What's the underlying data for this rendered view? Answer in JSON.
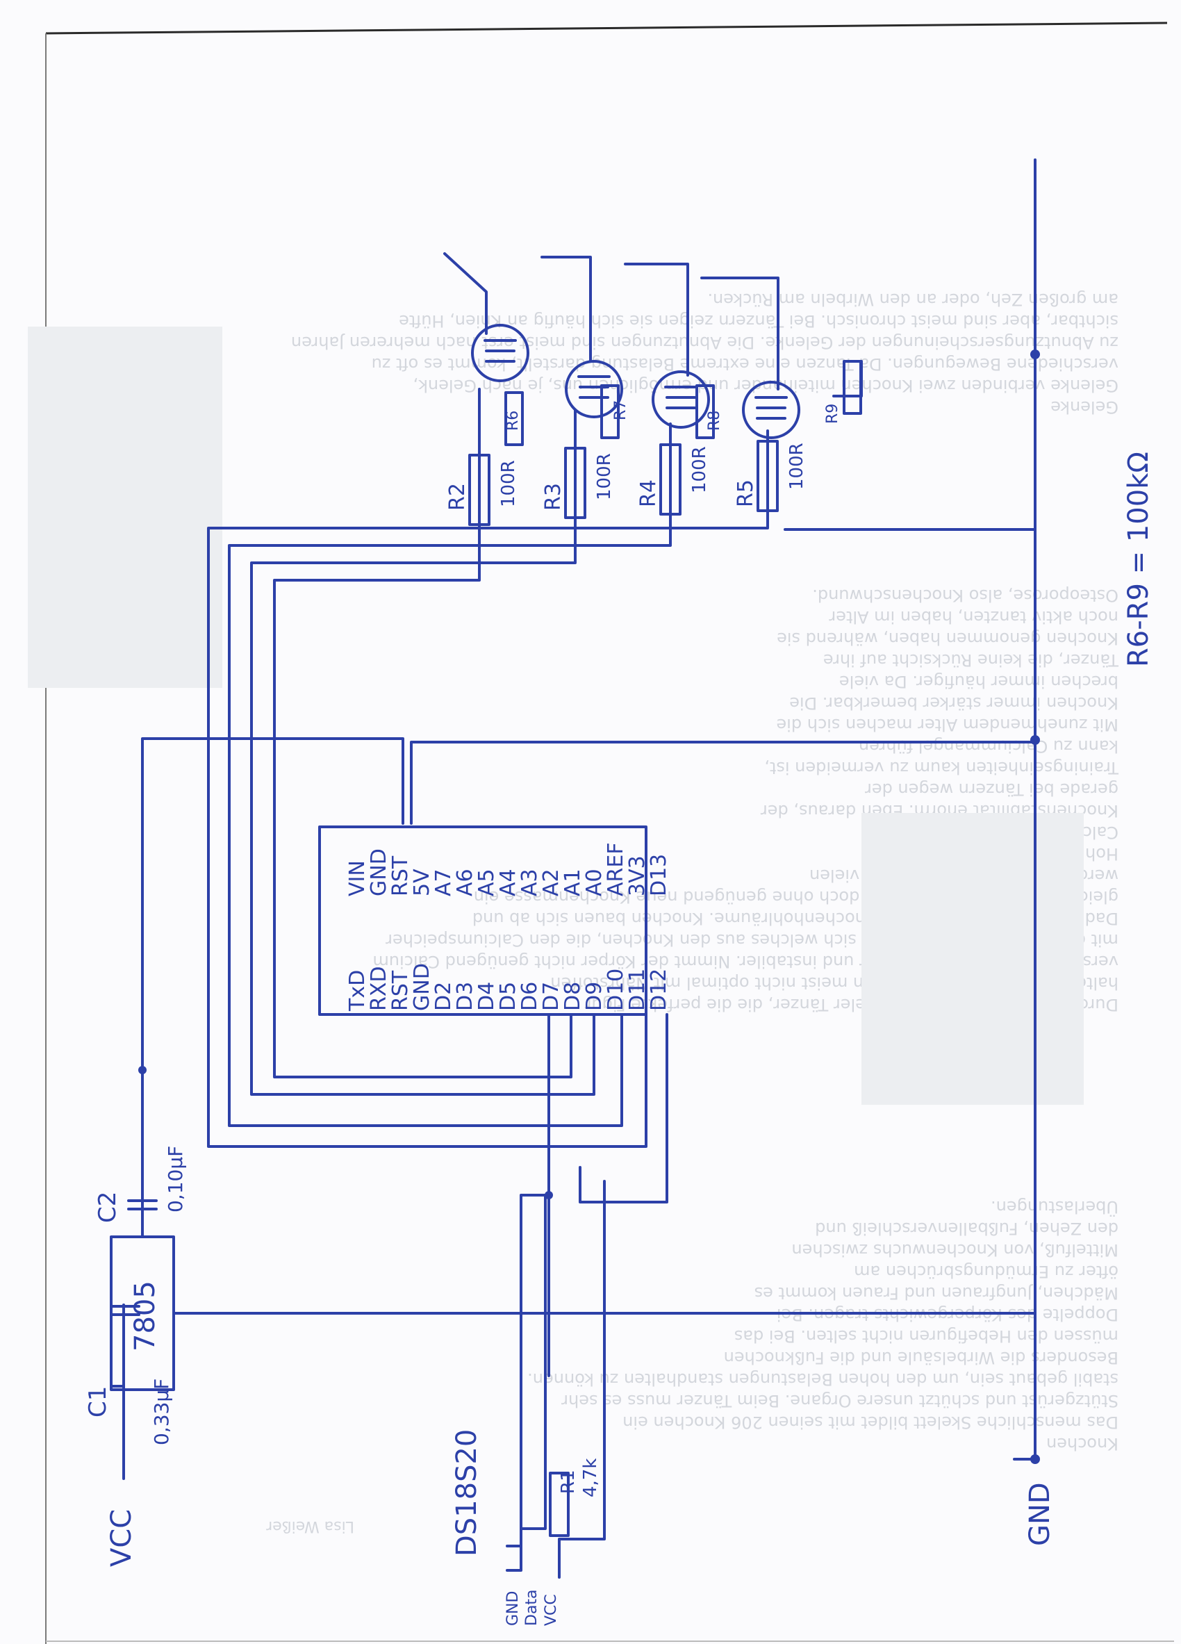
{
  "colors": {
    "ink": "#2c40a8",
    "ghost_text": "#d3d6dc",
    "paper": "#fbfbfd"
  },
  "labels": {
    "vcc": "VCC",
    "gnd": "GND",
    "sensor": "DS18S20",
    "resistor_note": "R6-R9 = 100kΩ"
  },
  "sensor_pins": [
    "GND",
    "Data",
    "VCC"
  ],
  "regulator": {
    "name": "7805"
  },
  "caps": [
    {
      "name": "C1",
      "value": "0,33µF"
    },
    {
      "name": "C2",
      "value": "0,10µF"
    }
  ],
  "r1": {
    "name": "R1",
    "value": "4,7k"
  },
  "gate_resistors": [
    {
      "name": "R2",
      "value": "100R"
    },
    {
      "name": "R3",
      "value": "100R"
    },
    {
      "name": "R4",
      "value": "100R"
    },
    {
      "name": "R5",
      "value": "100R"
    }
  ],
  "pulldown_resistors": [
    "R6",
    "R7",
    "R8",
    "R9"
  ],
  "arduino": {
    "left_pins": [
      "TxD",
      "RXD",
      "RST",
      "GND",
      "D2",
      "D3",
      "D4",
      "D5",
      "D6",
      "D7",
      "D8",
      "D9",
      "D10",
      "D11",
      "D12"
    ],
    "right_pins": [
      "VIN",
      "GND",
      "RST",
      "5V",
      "A7",
      "A6",
      "A5",
      "A4",
      "A3",
      "A2",
      "A1",
      "A0",
      "AREF",
      "3V3",
      "D13"
    ]
  },
  "ghost": {
    "lines": [
      "Knochen",
      "Das menschliche Skelett bildet mit seinen 206 Knochen ein",
      "Stützgerüst und schützt unsere Organe. Beim Tänzer muss es sehr",
      "stabil gebaut sein, um den hohen Belastungen standhalten zu können.",
      "Besonders die Wirbelsäule und die Fußknochen",
      "müssen den Hebefiguren nicht selten. Bei das",
      "Doppelte des Körpergewichts tragen. Bei",
      "Mädchen, Jungfrauen und Frauen kommt es",
      "öfter zu Ermüdungsbrüchen am",
      "Mittelfuß, von Knochenwuchs zwischen",
      "den Zehen, Fußballenverschleiß und",
      "Überlastungen.",
      "Durch die Mangelernährung vieler Tänzer, die die perfekte Figur",
      "halten wollen, sind die Knochen meist nicht optimal mit Nährstoffen",
      "versorgt und werden brüchiger und instabiler. Nimmt der Körper nicht genügend Calcium",
      "mit der Nahrung auf, nimmt er sich welches aus den Knochen, die den Calciumspeicher",
      "Dadurch vergrößern sich die Knochenhohlräume. Knochen bauen sich ab und",
      "gleichzeitig immer wieder auf, doch ohne genügend neue Knochenmasse ein",
      "werden die Knochen durch die vielen",
      "Hohlräume immer brüchiger.",
      "Calciummangel bedroht ein",
      "Knochenstabilität enorm. Eben daraus, der",
      "gerade bei Tänzern wegen der",
      "Trainingseinheiten kaum zu vermeiden ist,",
      "kann zu Calciummangel führen.",
      "Mit zunehmendem Alter machen sich die",
      "Knochen immer stärker bemerkbar. Die",
      "brechen immer häufiger. Da viele",
      "Tänzer, die keine Rücksicht auf ihre",
      "Knochen genommen haben, während sie",
      "noch aktiv tanzten, haben im Alter",
      "Osteoporose, also Knochenschwund.",
      "Gelenke",
      "Gelenke verbinden zwei Knochen miteinander und ermöglichen uns, je nach Gelenk,",
      "verschiedene Bewegungen. Da Tanzen eine extreme Belastung darstellt, kommt es oft zu",
      "zu Abnutzungserscheinungen der Gelenke. Die Abnutzungen sind meist erst nach mehreren Jahren",
      "sichtbar, aber sind meist chronisch. Bei Tänzern zeigen sie sich häufig an Knien, Hüfte",
      "am großen Zeh, oder an den Wirbeln am Rücken."
    ],
    "footer": "Lisa Weißer"
  }
}
